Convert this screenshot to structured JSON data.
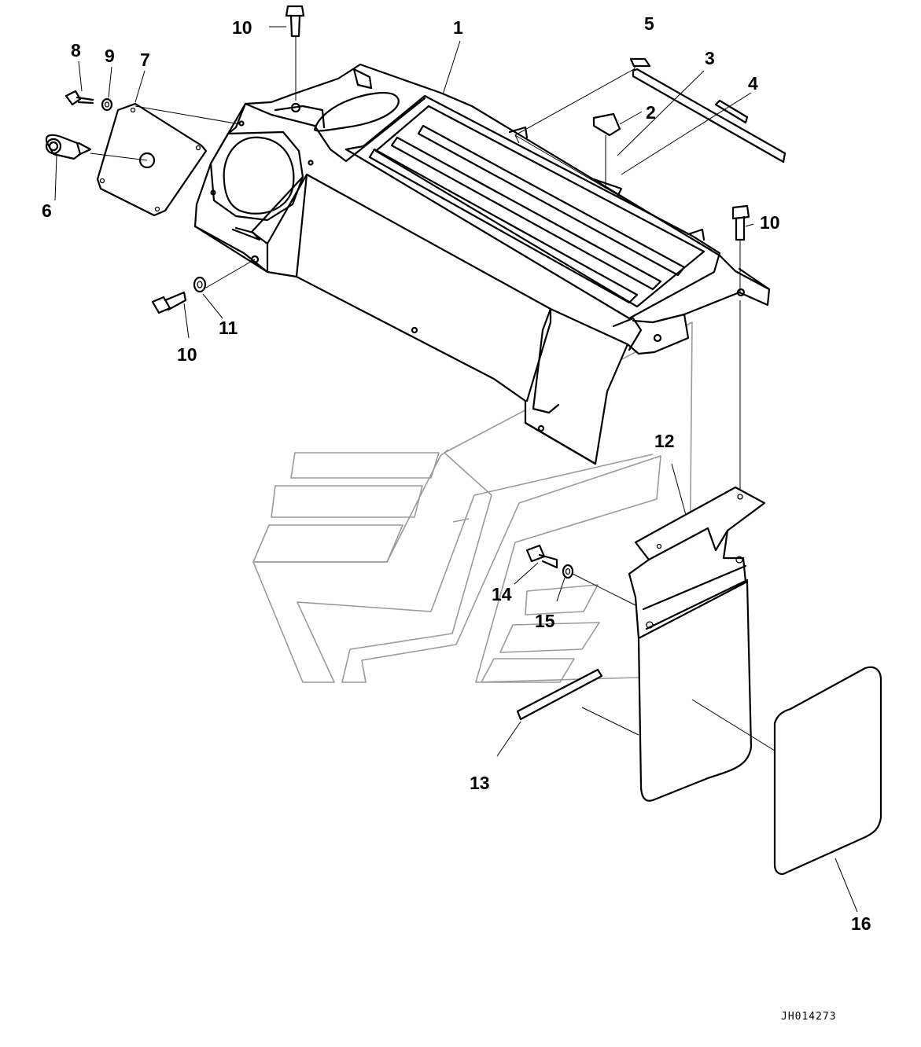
{
  "callouts": {
    "c1": "1",
    "c2": "2",
    "c3": "3",
    "c4": "4",
    "c5": "5",
    "c6": "6",
    "c7": "7",
    "c8": "8",
    "c9": "9",
    "c10a": "10",
    "c10b": "10",
    "c10c": "10",
    "c11": "11",
    "c12": "12",
    "c13": "13",
    "c14": "14",
    "c15": "15",
    "c16": "16"
  },
  "document_id": "JH014273"
}
